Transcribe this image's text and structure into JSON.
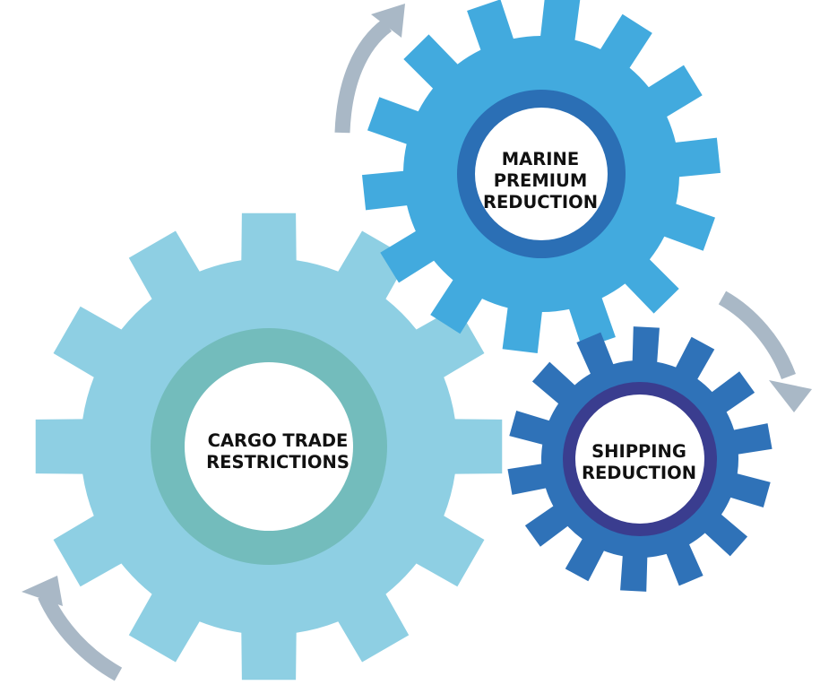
{
  "diagram": {
    "gears": [
      {
        "id": "cargo",
        "label": "CARGO TRADE\nRESTRICTIONS",
        "tooth_color": "#8ecfe3",
        "ring_color": "#73bcbc"
      },
      {
        "id": "marine",
        "label": "MARINE\nPREMIUM\nREDUCTION",
        "tooth_color": "#42aade",
        "ring_color": "#2b6fb5"
      },
      {
        "id": "shipping",
        "label": "SHIPPING\nREDUCTION",
        "tooth_color": "#2f72b8",
        "ring_color": "#3a3d8f"
      }
    ],
    "arrow_color": "#a9b8c6"
  }
}
